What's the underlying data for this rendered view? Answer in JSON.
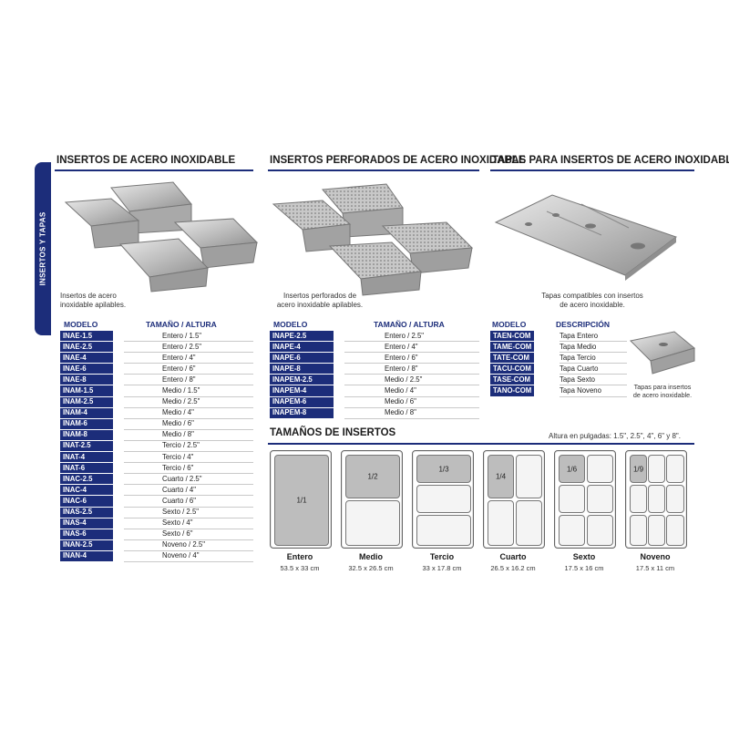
{
  "side_tab": "INSERTOS Y TAPAS",
  "sections": {
    "insertos": {
      "title": "INSERTOS DE ACERO INOXIDABLE",
      "caption": [
        "Insertos de acero",
        "inoxidable apilables."
      ],
      "col_model": "MODELO",
      "col_size": "TAMAÑO / ALTURA",
      "rows": [
        [
          "INAE-1.5",
          "Entero / 1.5\""
        ],
        [
          "INAE-2.5",
          "Entero / 2.5\""
        ],
        [
          "INAE-4",
          "Entero / 4\""
        ],
        [
          "INAE-6",
          "Entero / 6\""
        ],
        [
          "INAE-8",
          "Entero / 8\""
        ],
        [
          "INAM-1.5",
          "Medio / 1.5\""
        ],
        [
          "INAM-2.5",
          "Medio / 2.5\""
        ],
        [
          "INAM-4",
          "Medio / 4\""
        ],
        [
          "INAM-6",
          "Medio / 6\""
        ],
        [
          "INAM-8",
          "Medio / 8\""
        ],
        [
          "INAT-2.5",
          "Tercio / 2.5\""
        ],
        [
          "INAT-4",
          "Tercio / 4\""
        ],
        [
          "INAT-6",
          "Tercio / 6\""
        ],
        [
          "INAC-2.5",
          "Cuarto / 2.5\""
        ],
        [
          "INAC-4",
          "Cuarto / 4\""
        ],
        [
          "INAC-6",
          "Cuarto / 6\""
        ],
        [
          "INAS-2.5",
          "Sexto / 2.5\""
        ],
        [
          "INAS-4",
          "Sexto / 4\""
        ],
        [
          "INAS-6",
          "Sexto / 6\""
        ],
        [
          "INAN-2.5",
          "Noveno / 2.5\""
        ],
        [
          "INAN-4",
          "Noveno / 4\""
        ]
      ]
    },
    "perforados": {
      "title": "INSERTOS PERFORADOS DE ACERO INOXIDABLE",
      "caption": [
        "Insertos perforados de",
        "acero inoxidable apilables."
      ],
      "col_model": "MODELO",
      "col_size": "TAMAÑO / ALTURA",
      "rows": [
        [
          "INAPE-2.5",
          "Entero / 2.5\""
        ],
        [
          "INAPE-4",
          "Entero / 4\""
        ],
        [
          "INAPE-6",
          "Entero / 6\""
        ],
        [
          "INAPE-8",
          "Entero / 8\""
        ],
        [
          "INAPEM-2.5",
          "Medio / 2.5\""
        ],
        [
          "INAPEM-4",
          "Medio / 4\""
        ],
        [
          "INAPEM-6",
          "Medio / 6\""
        ],
        [
          "INAPEM-8",
          "Medio / 8\""
        ]
      ]
    },
    "tapas": {
      "title": "TAPAS PARA INSERTOS DE ACERO INOXIDABLE",
      "caption": [
        "Tapas compatibles con insertos",
        "de acero inoxidable."
      ],
      "side_caption": [
        "Tapas para insertos",
        "de acero inoxidable."
      ],
      "col_model": "MODELO",
      "col_desc": "DESCRIPCIÓN",
      "rows": [
        [
          "TAEN-COM",
          "Tapa Entero"
        ],
        [
          "TAME-COM",
          "Tapa Medio"
        ],
        [
          "TATE-COM",
          "Tapa Tercio"
        ],
        [
          "TACU-COM",
          "Tapa Cuarto"
        ],
        [
          "TASE-COM",
          "Tapa Sexto"
        ],
        [
          "TANO-COM",
          "Tapa Noveno"
        ]
      ]
    },
    "tamanos": {
      "title": "TAMAÑOS DE INSERTOS",
      "note": "Altura en pulgadas: 1.5\", 2.5\", 4\", 6\" y 8\".",
      "sizes": [
        {
          "frac": "1/1",
          "name": "Entero",
          "dim": "53.5 x 33 cm"
        },
        {
          "frac": "1/2",
          "name": "Medio",
          "dim": "32.5 x 26.5 cm"
        },
        {
          "frac": "1/3",
          "name": "Tercio",
          "dim": "33 x 17.8 cm"
        },
        {
          "frac": "1/4",
          "name": "Cuarto",
          "dim": "26.5 x 16.2 cm"
        },
        {
          "frac": "1/6",
          "name": "Sexto",
          "dim": "17.5 x 16 cm"
        },
        {
          "frac": "1/9",
          "name": "Noveno",
          "dim": "17.5 x 11 cm"
        }
      ]
    }
  },
  "colors": {
    "brand_blue": "#1c2d7a",
    "highlight_cell": "#bdbdbd"
  }
}
